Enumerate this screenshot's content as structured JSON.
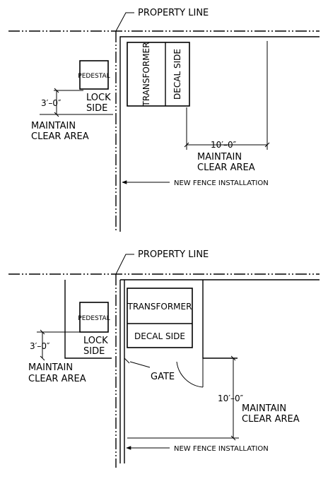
{
  "top_plan": {
    "property_line_label": "PROPERTY LINE",
    "pedestal_label": "PEDESTAL",
    "lock_label": "LOCK",
    "side_label": "SIDE",
    "lock_dimension": "3′–0″",
    "maintain_label": "MAINTAIN",
    "clear_area_label": "CLEAR AREA",
    "transformer_label": "TRANSFORMER",
    "decal_side_label": "DECAL SIDE",
    "transformer_dimension": "10′–0″",
    "maintain_label_2": "MAINTAIN",
    "clear_area_label_2": "CLEAR AREA",
    "fence_label": "NEW FENCE INSTALLATION"
  },
  "bottom_plan": {
    "property_line_label": "PROPERTY LINE",
    "pedestal_label": "PEDESTAL",
    "lock_label": "LOCK",
    "side_label": "SIDE",
    "lock_dimension": "3′–0″",
    "maintain_label": "MAINTAIN",
    "clear_area_label": "CLEAR AREA",
    "transformer_label": "TRANSFORMER",
    "decal_side_label": "DECAL SIDE",
    "gate_label": "GATE",
    "transformer_dimension": "10′–0″",
    "maintain_label_2": "MAINTAIN",
    "clear_area_label_2": "CLEAR AREA",
    "fence_label": "NEW FENCE INSTALLATION"
  }
}
